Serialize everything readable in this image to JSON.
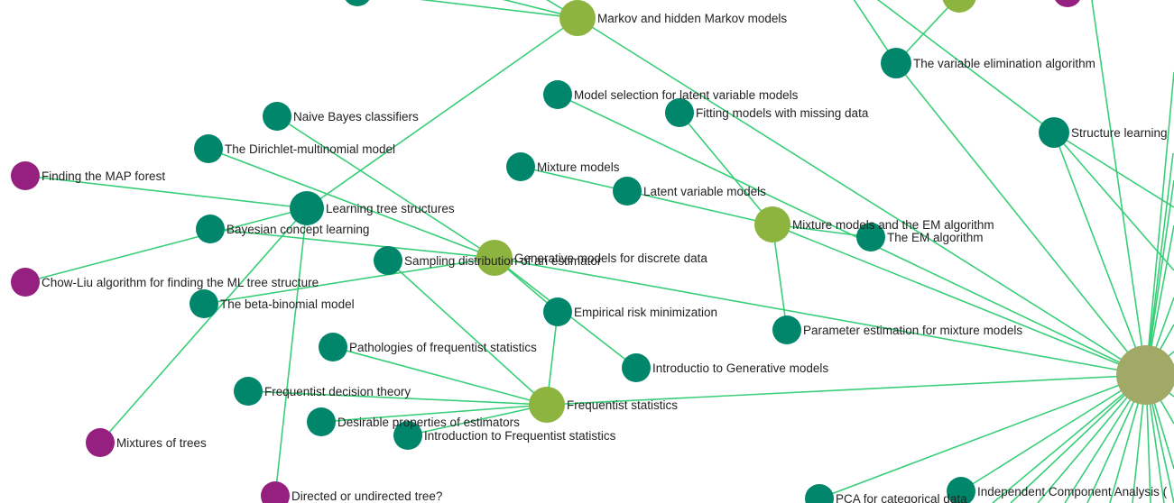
{
  "colors": {
    "topic": "#00876b",
    "hub": "#8db43f",
    "central": "#a1a966",
    "leaf": "#962080",
    "edge": "#2ecc71"
  },
  "graph": {
    "nodes": [
      {
        "id": "markov",
        "label": "Markov and hidden Markov models",
        "kind": "hub"
      },
      {
        "id": "var-elim",
        "label": "The variable elimination algorithm",
        "kind": "topic"
      },
      {
        "id": "structure",
        "label": "Structure learning",
        "kind": "topic"
      },
      {
        "id": "model-sel",
        "label": "Model selection for latent variable models",
        "kind": "topic"
      },
      {
        "id": "missing",
        "label": "Fitting models with missing data",
        "kind": "topic"
      },
      {
        "id": "naive-bayes",
        "label": "Naive Bayes classifiers",
        "kind": "topic"
      },
      {
        "id": "dirichlet",
        "label": "The Dirichlet-multinomial model",
        "kind": "topic"
      },
      {
        "id": "map-forest",
        "label": "Finding the MAP forest",
        "kind": "leaf"
      },
      {
        "id": "mixture",
        "label": "Mixture models",
        "kind": "topic"
      },
      {
        "id": "latent",
        "label": "Latent variable models",
        "kind": "topic"
      },
      {
        "id": "tree-struct",
        "label": "Learning tree structures",
        "kind": "topic"
      },
      {
        "id": "bayes-concept",
        "label": "Bayesian concept learning",
        "kind": "topic"
      },
      {
        "id": "mixture-em",
        "label": "Mixture models and the EM algorithm",
        "kind": "hub"
      },
      {
        "id": "em",
        "label": "The EM algorithm",
        "kind": "topic"
      },
      {
        "id": "generative",
        "label": "Generative models for discrete data",
        "kind": "hub"
      },
      {
        "id": "sampling",
        "label": "Sampling distribution of an estimator",
        "kind": "topic"
      },
      {
        "id": "chow-liu",
        "label": "Chow-Liu algorithm for finding the ML tree structure",
        "kind": "leaf"
      },
      {
        "id": "beta-binomial",
        "label": "The beta-binomial model",
        "kind": "topic"
      },
      {
        "id": "erm",
        "label": "Empirical risk minimization",
        "kind": "topic"
      },
      {
        "id": "param-est",
        "label": "Parameter estimation for mixture models",
        "kind": "topic"
      },
      {
        "id": "pathologies",
        "label": "Pathologies of frequentist statistics",
        "kind": "topic"
      },
      {
        "id": "intro-gen",
        "label": "Introductio to Generative models",
        "kind": "topic"
      },
      {
        "id": "decision",
        "label": "Frequentist decision theory",
        "kind": "topic"
      },
      {
        "id": "frequentist",
        "label": "Frequentist statistics",
        "kind": "hub"
      },
      {
        "id": "desirable",
        "label": "Desirable properties of estimators",
        "kind": "topic"
      },
      {
        "id": "intro-freq",
        "label": "Introduction to Frequentist statistics",
        "kind": "topic"
      },
      {
        "id": "mix-trees",
        "label": "Mixtures of trees",
        "kind": "leaf"
      },
      {
        "id": "directed",
        "label": "Directed or undirected tree?",
        "kind": "leaf"
      },
      {
        "id": "pca-cat",
        "label": "PCA for categorical data",
        "kind": "topic"
      },
      {
        "id": "ica",
        "label": "Independent Component Analysis (",
        "kind": "topic"
      },
      {
        "id": "central",
        "label": "",
        "kind": "central"
      },
      {
        "id": "top-hub",
        "label": "",
        "kind": "hub"
      },
      {
        "id": "top-leaf",
        "label": "",
        "kind": "leaf"
      },
      {
        "id": "top-topic",
        "label": "",
        "kind": "topic"
      }
    ],
    "edges": [
      [
        "markov",
        "top-topic"
      ],
      [
        "markov",
        "tree-struct"
      ],
      [
        "markov",
        "central"
      ],
      [
        "var-elim",
        "top-hub"
      ],
      [
        "var-elim",
        "central"
      ],
      [
        "structure",
        "central"
      ],
      [
        "model-sel",
        "central"
      ],
      [
        "missing",
        "mixture-em"
      ],
      [
        "naive-bayes",
        "generative"
      ],
      [
        "dirichlet",
        "generative"
      ],
      [
        "map-forest",
        "tree-struct"
      ],
      [
        "chow-liu",
        "tree-struct"
      ],
      [
        "mix-trees",
        "tree-struct"
      ],
      [
        "directed",
        "tree-struct"
      ],
      [
        "bayes-concept",
        "generative"
      ],
      [
        "beta-binomial",
        "generative"
      ],
      [
        "mixture",
        "latent"
      ],
      [
        "latent",
        "mixture-em"
      ],
      [
        "mixture-em",
        "em"
      ],
      [
        "mixture-em",
        "param-est"
      ],
      [
        "mixture-em",
        "central"
      ],
      [
        "generative",
        "erm"
      ],
      [
        "generative",
        "intro-gen"
      ],
      [
        "generative",
        "central"
      ],
      [
        "sampling",
        "frequentist"
      ],
      [
        "erm",
        "frequentist"
      ],
      [
        "pathologies",
        "frequentist"
      ],
      [
        "decision",
        "frequentist"
      ],
      [
        "desirable",
        "frequentist"
      ],
      [
        "intro-freq",
        "frequentist"
      ],
      [
        "frequentist",
        "central"
      ],
      [
        "pca-cat",
        "central"
      ],
      [
        "ica",
        "central"
      ]
    ]
  }
}
